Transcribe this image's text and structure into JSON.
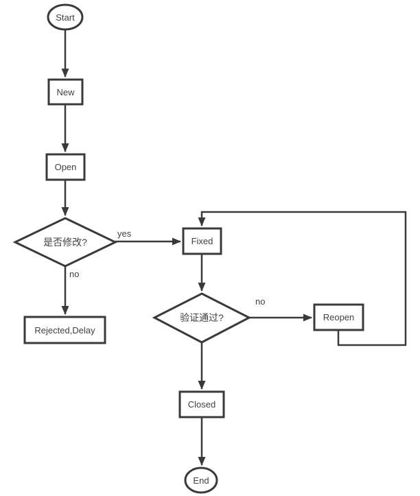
{
  "diagram": {
    "type": "flowchart",
    "colors": {
      "line": "#3a3a3a",
      "text": "#404040",
      "background": "#ffffff",
      "node_fill": "#ffffff"
    },
    "nodes": {
      "start": "Start",
      "new": "New",
      "open": "Open",
      "decision_fix": "是否修改?",
      "fixed": "Fixed",
      "rejected": "Rejected,Delay",
      "decision_verify": "验证通过?",
      "reopen": "Reopen",
      "closed": "Closed",
      "end": "End"
    },
    "edge_labels": {
      "fix_yes": "yes",
      "fix_no": "no",
      "verify_no": "no"
    }
  }
}
